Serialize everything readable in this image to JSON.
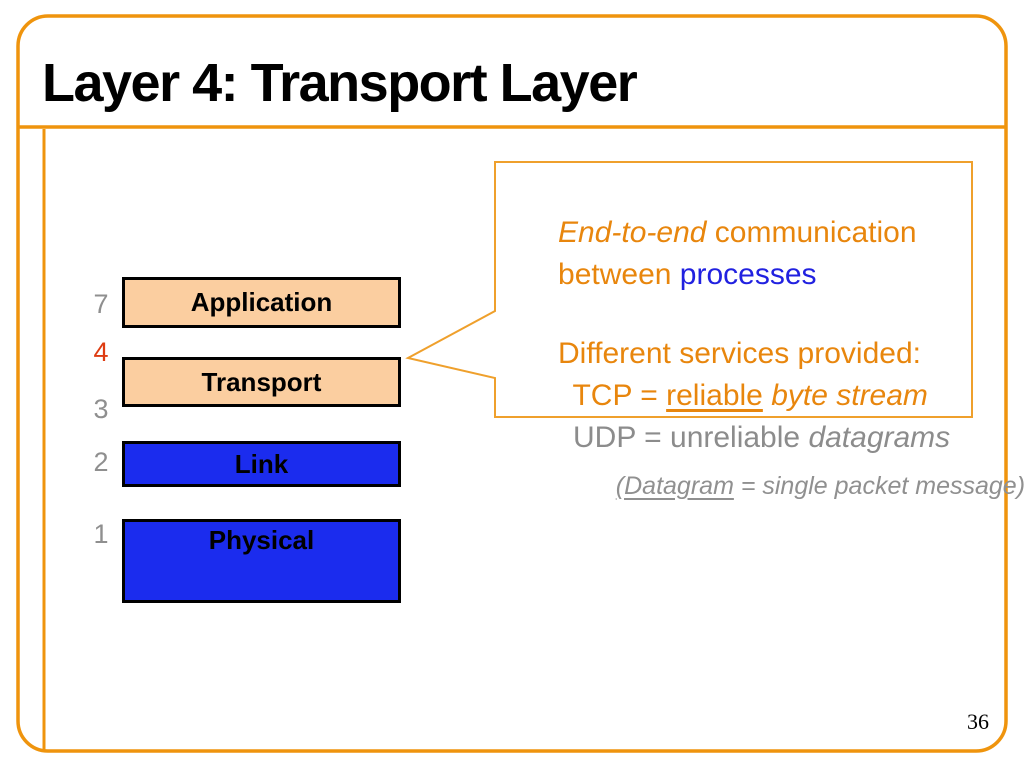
{
  "slide": {
    "title": "Layer 4: Transport Layer",
    "page_number": "36"
  },
  "colors": {
    "frame_orange": "#EF940D",
    "callout_border_orange": "#EFA02C",
    "text_orange": "#E8860D",
    "text_blue": "#2121E0",
    "text_gray": "#8C8C8C",
    "number_red": "#DE3C12",
    "number_gray": "#8F8F8F",
    "peach_fill": "#FBCEA0",
    "blue_fill": "#1B2CEE",
    "box_border": "#000000"
  },
  "layer_stack": {
    "numbers": [
      {
        "value": "7"
      },
      {
        "value": "4"
      },
      {
        "value": "3"
      },
      {
        "value": "2"
      },
      {
        "value": "1"
      }
    ],
    "boxes": [
      {
        "label": "Application"
      },
      {
        "label": "Transport"
      },
      {
        "label": "Link"
      },
      {
        "label": "Physical"
      }
    ]
  },
  "callout": {
    "line1": {
      "italic": "End-to-end",
      "rest": " communication"
    },
    "line2": {
      "orange": "between ",
      "blue": "processes"
    },
    "line3": {
      "text": "Different services provided:"
    },
    "line4": {
      "prefix": "TCP = ",
      "underlined": "reliable",
      "italic_rest": " byte stream"
    },
    "line5": {
      "prefix": "UDP = unreliable ",
      "italic_rest": "datagrams"
    }
  },
  "note": {
    "underlined": "(Datagram",
    "rest": " = single packet message)"
  }
}
